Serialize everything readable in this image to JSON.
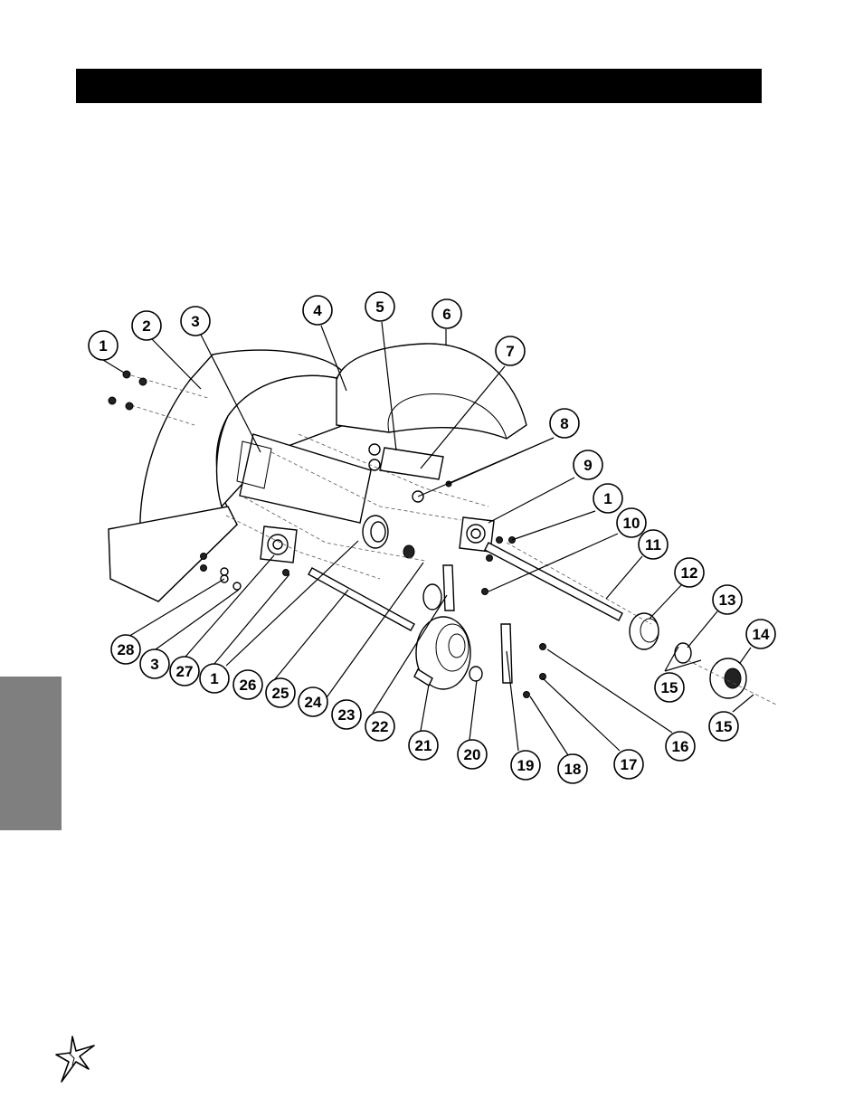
{
  "colors": {
    "header_bar": "#000000",
    "side_tab": "#7f7f7f",
    "ink": "#000000"
  },
  "icons": {
    "logo": "star-logo-icon"
  },
  "callouts": [
    {
      "label": "1"
    },
    {
      "label": "2"
    },
    {
      "label": "3"
    },
    {
      "label": "4"
    },
    {
      "label": "5"
    },
    {
      "label": "6"
    },
    {
      "label": "7"
    },
    {
      "label": "8"
    },
    {
      "label": "9"
    },
    {
      "label": "1"
    },
    {
      "label": "10"
    },
    {
      "label": "11"
    },
    {
      "label": "12"
    },
    {
      "label": "13"
    },
    {
      "label": "14"
    },
    {
      "label": "15"
    },
    {
      "label": "15"
    },
    {
      "label": "16"
    },
    {
      "label": "17"
    },
    {
      "label": "18"
    },
    {
      "label": "19"
    },
    {
      "label": "20"
    },
    {
      "label": "21"
    },
    {
      "label": "22"
    },
    {
      "label": "23"
    },
    {
      "label": "24"
    },
    {
      "label": "25"
    },
    {
      "label": "26"
    },
    {
      "label": "1"
    },
    {
      "label": "27"
    },
    {
      "label": "3"
    },
    {
      "label": "28"
    }
  ]
}
